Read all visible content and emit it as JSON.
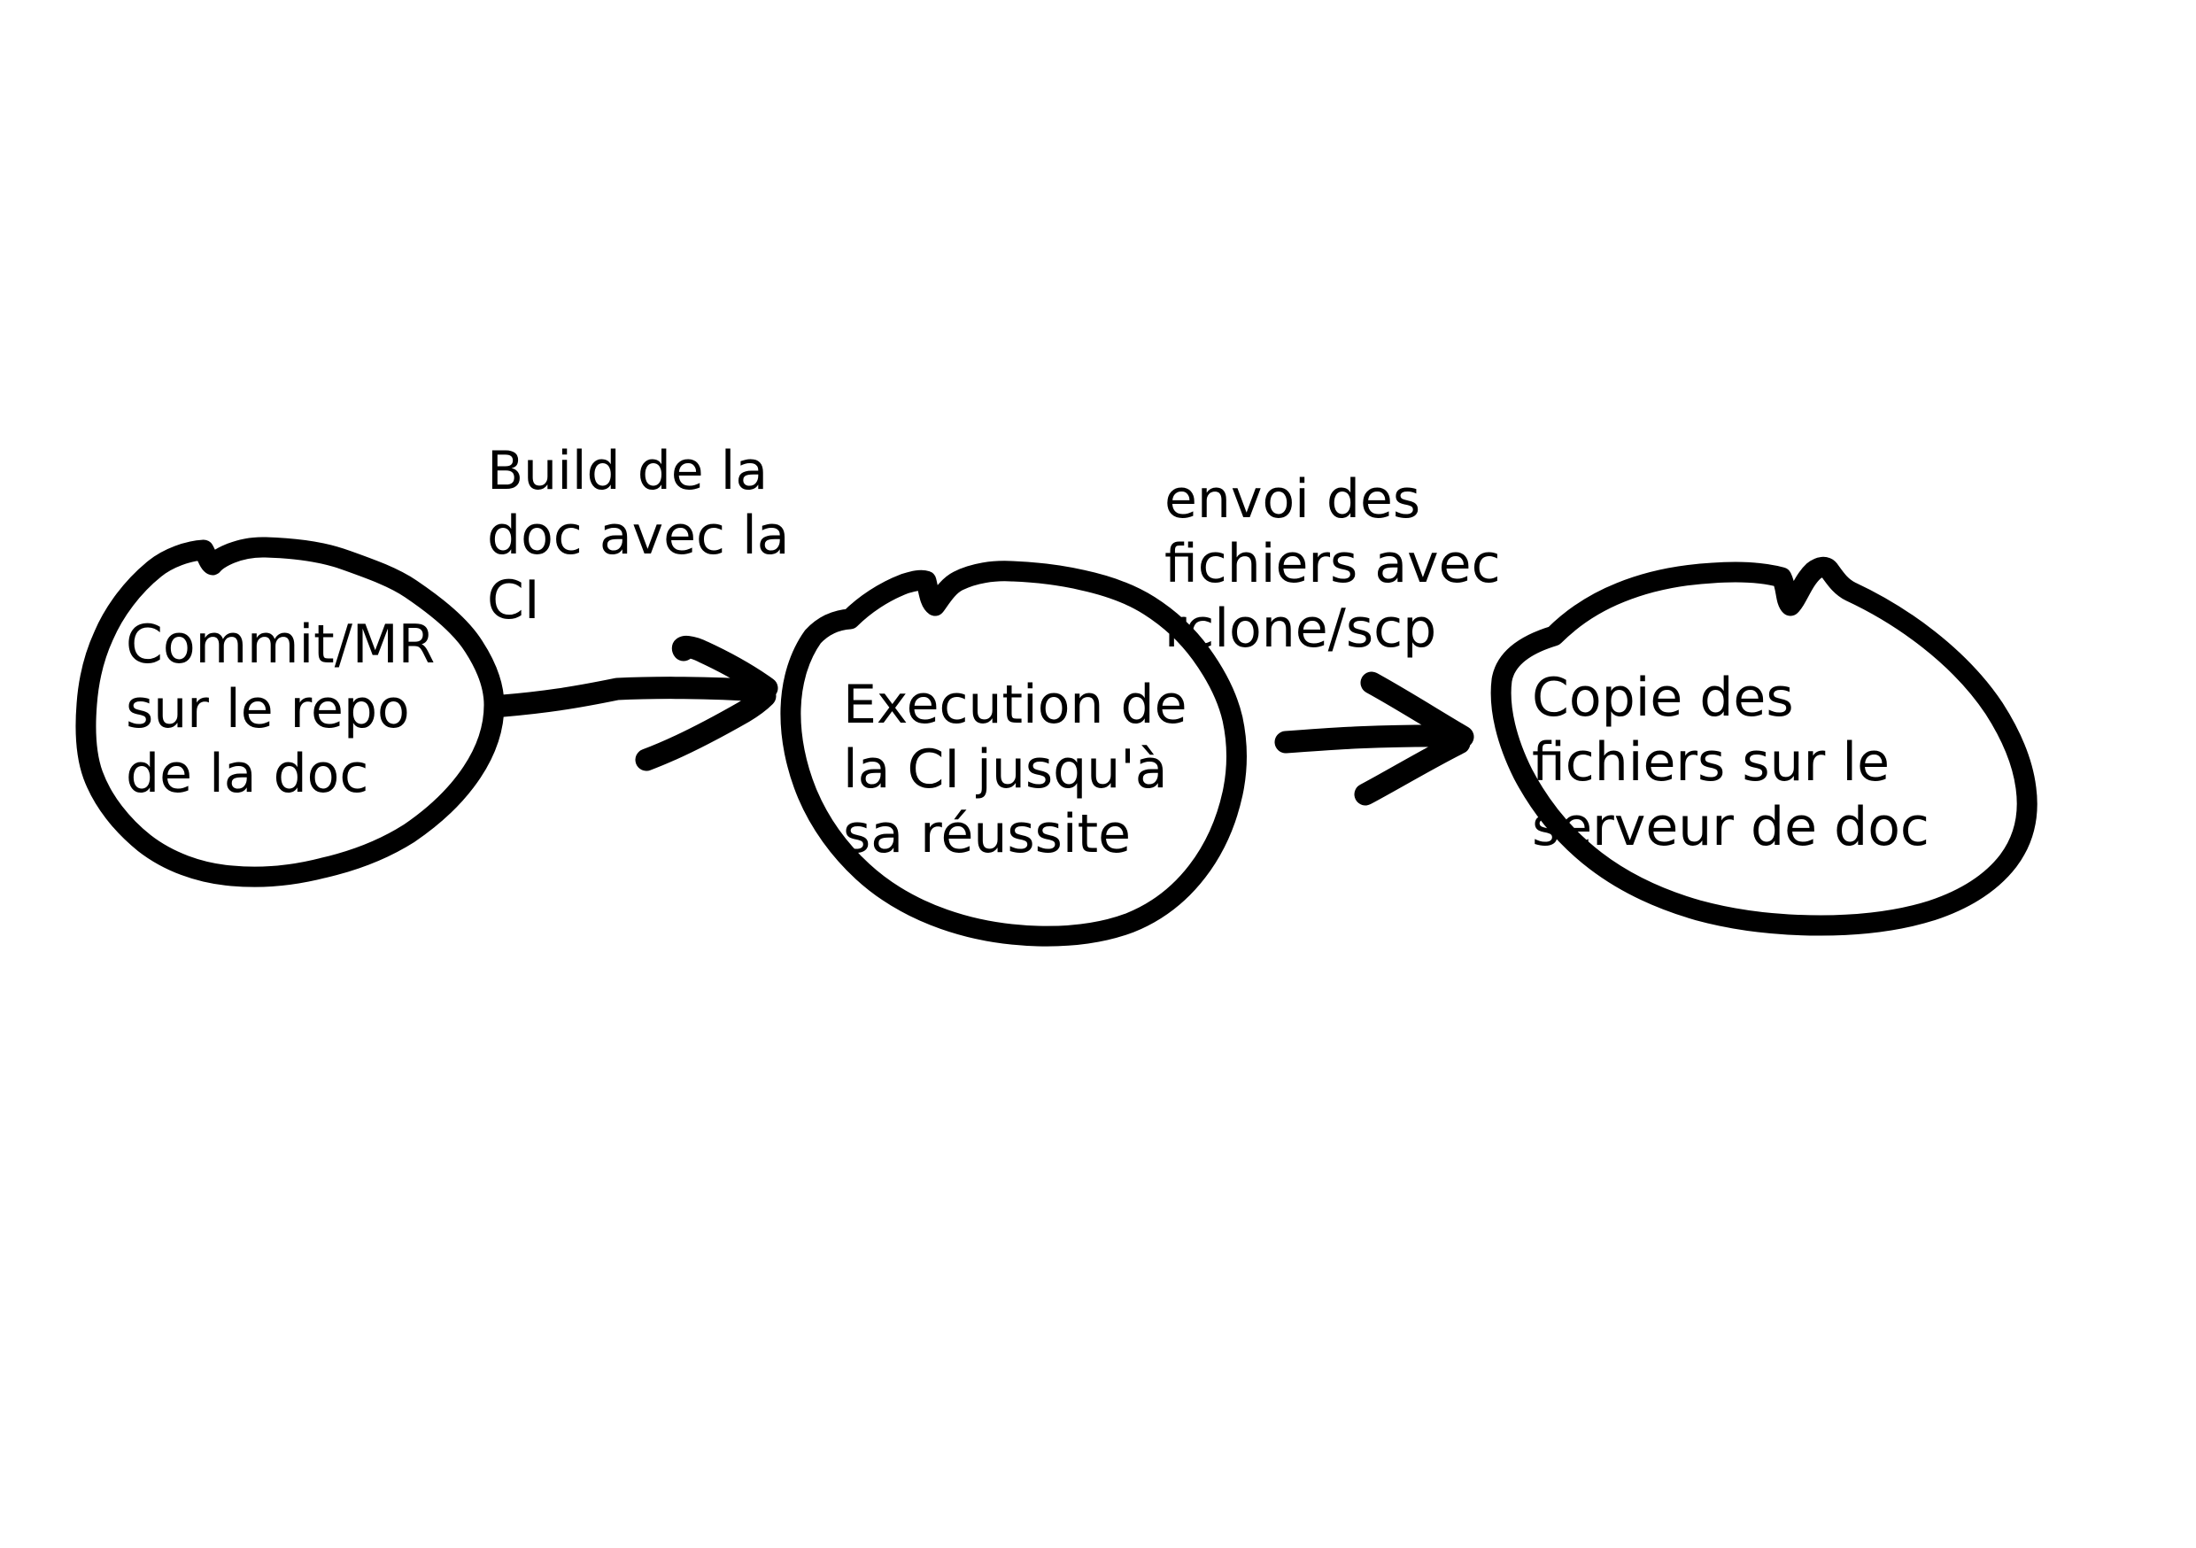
{
  "canvas": {
    "background": "#ffffff",
    "ink_color": "#000000"
  },
  "diagram": {
    "nodes": [
      {
        "id": "commit-mr",
        "label": "Commit/MR\nsur le repo\nde la doc"
      },
      {
        "id": "ci-execution",
        "label": "Execution de\nla CI jusqu'à\nsa réussite"
      },
      {
        "id": "copy-files",
        "label": "Copie des\nfichiers sur le\nserveur de doc"
      }
    ],
    "edges": [
      {
        "id": "build-doc",
        "label": "Build de la\ndoc avec la\nCI"
      },
      {
        "id": "send-files",
        "label": "envoi des\nfichiers avec\nrclone/scp"
      }
    ]
  }
}
